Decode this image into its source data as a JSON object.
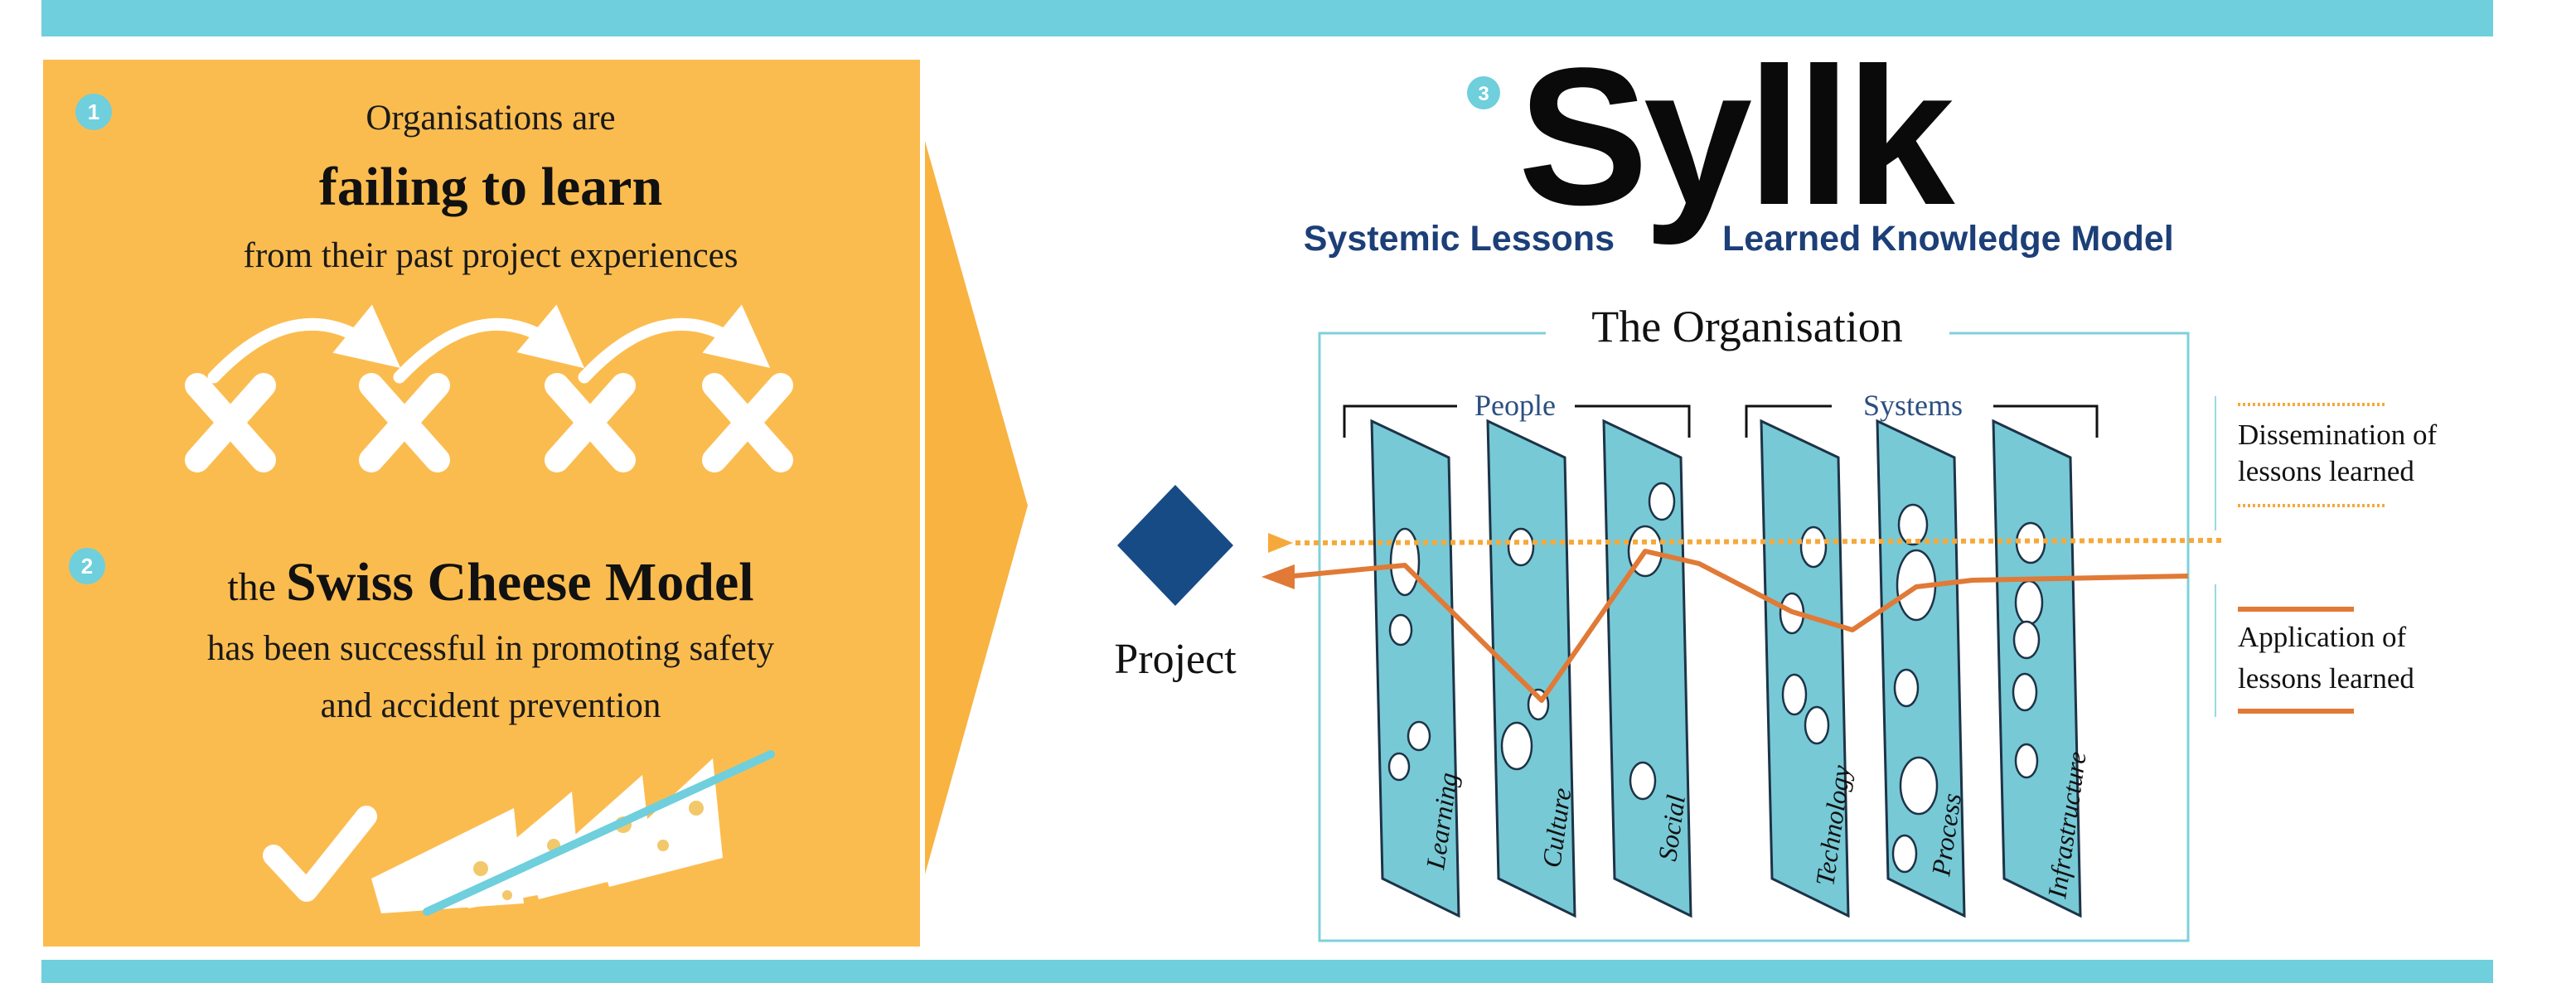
{
  "colors": {
    "band": "#6fcfdc",
    "panel": "#fbbc4f",
    "panel_arrow": "#f9b341",
    "badge": "#6fcfdc",
    "navy": "#1c3f78",
    "slice_fill": "#77c9d6",
    "slice_stroke": "#1d3347",
    "frame": "#7fd0db",
    "dissemination": "#f6a93a",
    "application": "#e07a36",
    "project_diamond": "#174b86",
    "white": "#ffffff"
  },
  "left_panel": {
    "step1": {
      "badge": "1",
      "line1": "Organisations are",
      "line2": "failing to learn",
      "line3": "from their past project experiences",
      "icons": [
        "curved-arrow-icon",
        "cross-icon"
      ]
    },
    "step2": {
      "badge": "2",
      "line1_prefix": "the ",
      "line1_bold": "Swiss Cheese Model",
      "line2": "has been successful in promoting safety",
      "line3": "and accident prevention",
      "icons": [
        "checkmark-icon",
        "cheese-slices-icon"
      ]
    }
  },
  "right_panel": {
    "badge": "3",
    "logo": "Syllk",
    "subtitle_left": "Systemic Lessons",
    "subtitle_right": "Learned Knowledge Model",
    "frame_title": "The Organisation",
    "group_people": "People",
    "group_systems": "Systems",
    "slices": [
      "Learning",
      "Culture",
      "Social",
      "Technology",
      "Process",
      "Infrastructure"
    ],
    "project_label": "Project",
    "legend": {
      "dissemination_line1": "Dissemination of",
      "dissemination_line2": "lessons learned",
      "application_line1": "Application of",
      "application_line2": "lessons learned"
    }
  }
}
